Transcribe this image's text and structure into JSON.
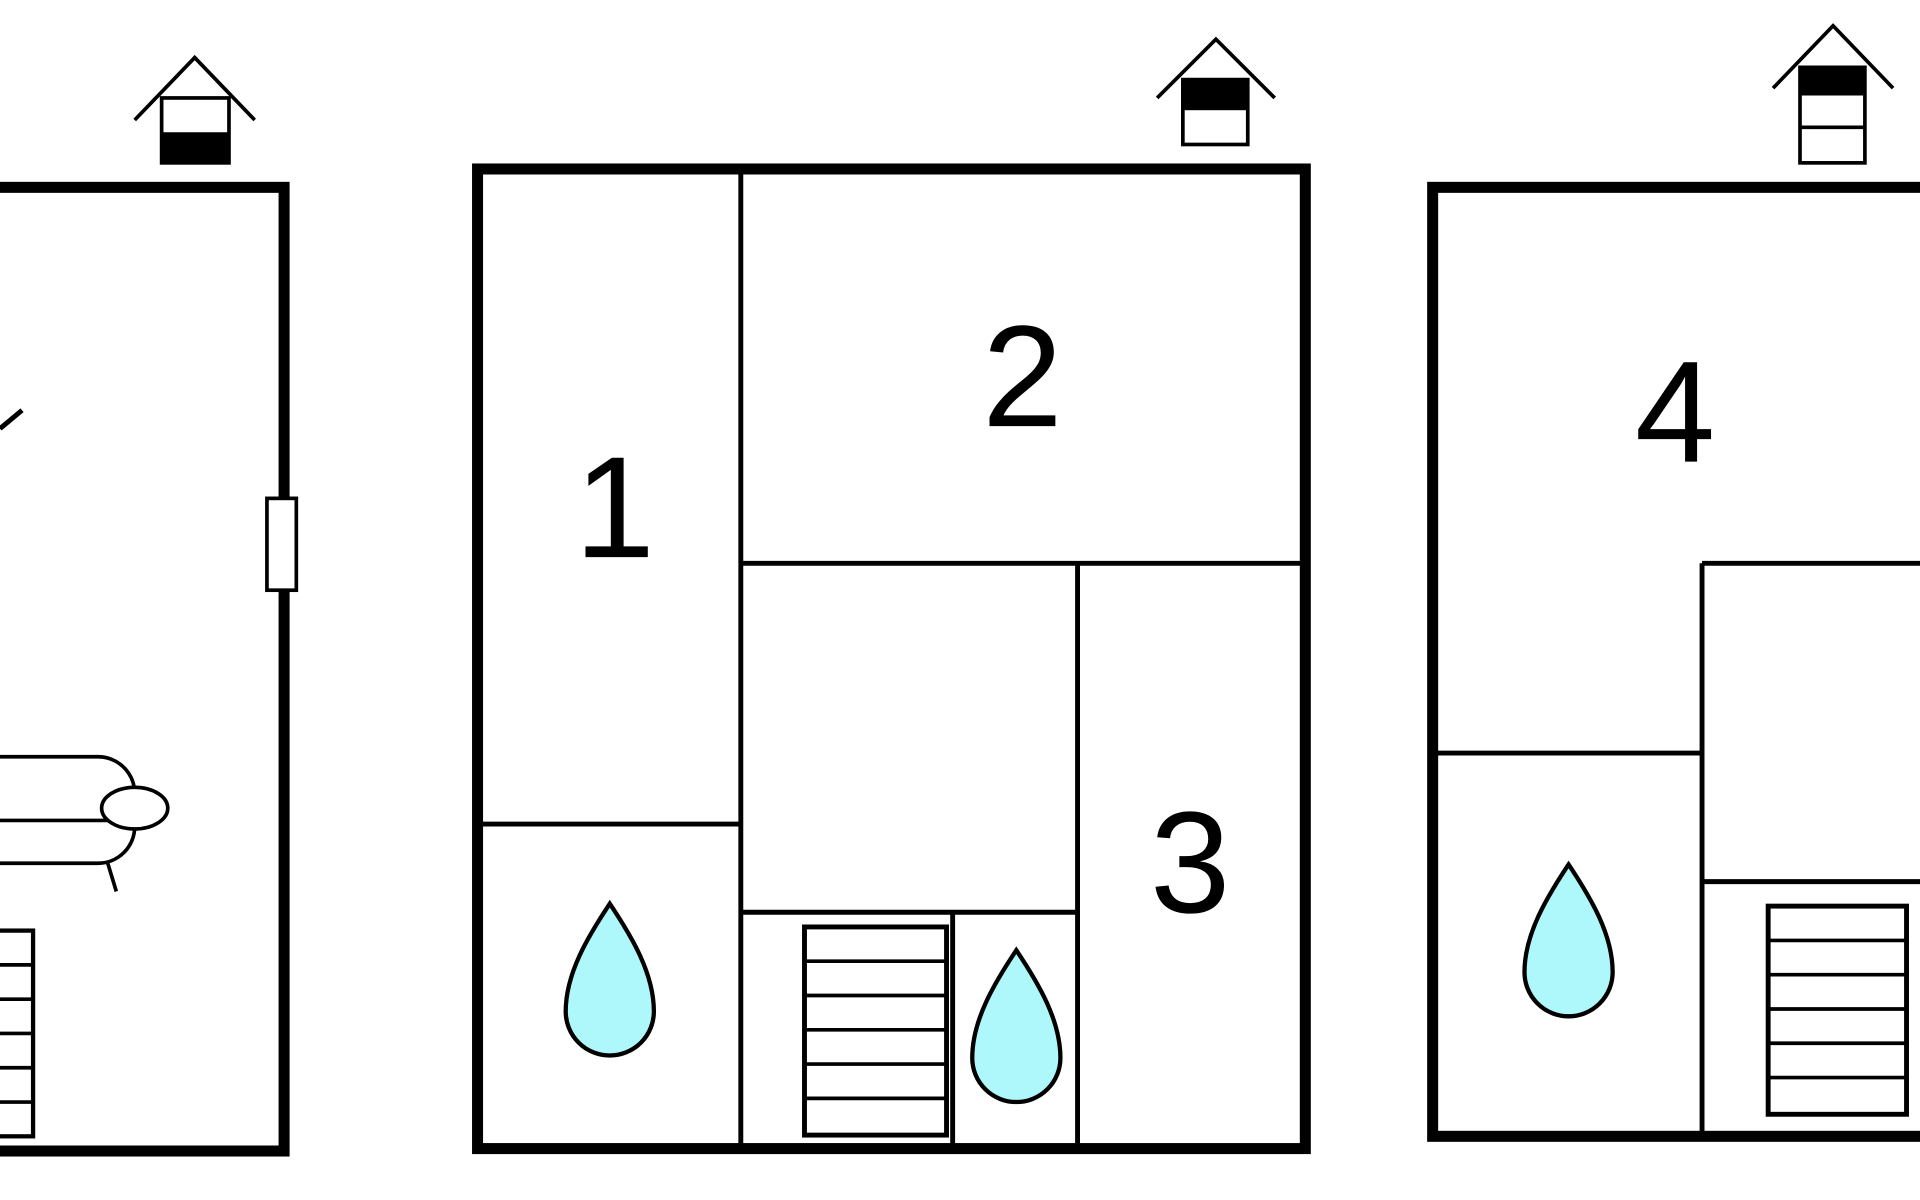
{
  "plans": [
    {
      "id": "left",
      "rooms": []
    },
    {
      "id": "middle",
      "rooms": [
        {
          "label": "1"
        },
        {
          "label": "2"
        },
        {
          "label": "3"
        }
      ]
    },
    {
      "id": "right",
      "rooms": [
        {
          "label": "4"
        }
      ]
    }
  ],
  "colors": {
    "water": "#aef8fb",
    "line": "#000000"
  }
}
